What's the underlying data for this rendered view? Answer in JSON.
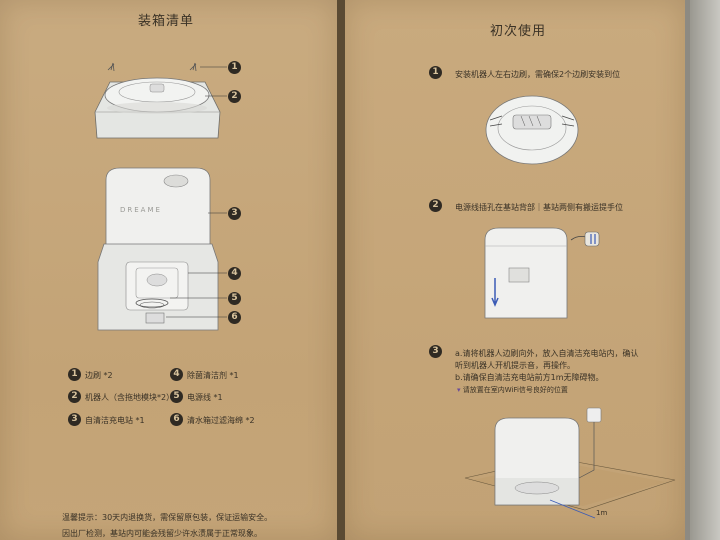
{
  "left": {
    "title": "装箱清单",
    "callouts": [
      "1",
      "2",
      "3",
      "4",
      "5",
      "6"
    ],
    "items": [
      {
        "num": "1",
        "label": "边刷 *2"
      },
      {
        "num": "4",
        "label": "除菌清洁剂 *1"
      },
      {
        "num": "2",
        "label": "机器人（含拖地模块*2）"
      },
      {
        "num": "5",
        "label": "电源线 *1"
      },
      {
        "num": "3",
        "label": "自清洁充电站 *1"
      },
      {
        "num": "6",
        "label": "清水箱过滤海绵 *2"
      }
    ],
    "note_line1": "温馨提示：30天内退换货，需保留原包装，保证运输安全。",
    "note_line2": "因出厂检测，基站内可能会残留少许水渍属于正常现象。",
    "brand_text": "DREAME"
  },
  "right": {
    "title": "初次使用",
    "steps": [
      {
        "num": "1",
        "text": "安装机器人左右边刷，需确保2个边刷安装到位"
      },
      {
        "num": "2",
        "text": "电源线插孔在基站背部｜基站两侧有搬运提手位"
      },
      {
        "num": "3",
        "line1": "a.请将机器人边刷向外，放入自清洁充电站内，确认",
        "line2": "听到机器人开机提示音，再操作。",
        "line3": "b.请确保自清洁充电站前方1m无障碍物。"
      }
    ],
    "wifi_note": "请放置在室内WiFi信号良好的位置",
    "floor_label": "1m"
  },
  "colors": {
    "cardboard": "#c7a87c",
    "ink": "#2f2a23",
    "device": "#f2f2f0"
  }
}
